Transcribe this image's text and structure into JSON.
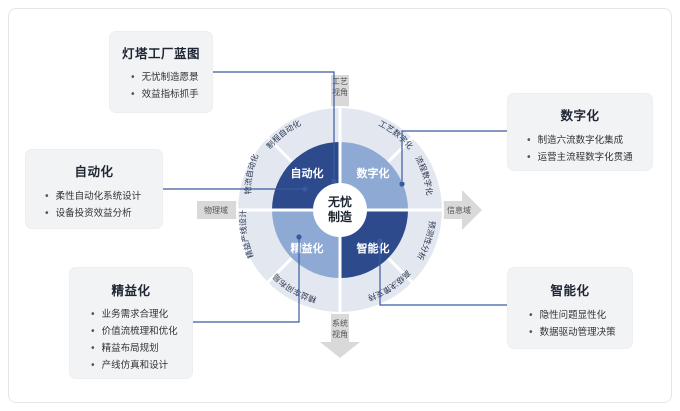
{
  "center": {
    "line1": "无忧",
    "line2": "制造"
  },
  "quadrants": {
    "top_left": "自动化",
    "top_right": "数字化",
    "bottom_left": "精益化",
    "bottom_right": "智能化"
  },
  "ring_labels": [
    "制程自动化",
    "工艺数字化",
    "流程数字化",
    "预测性分析",
    "高级决策支持",
    "精益车间布局",
    "精益产线设计",
    "物流自动化"
  ],
  "axes": {
    "top": {
      "line1": "工艺",
      "line2": "视角"
    },
    "bottom": {
      "line1": "系统",
      "line2": "视角"
    },
    "left": "物理域",
    "right": "信息域"
  },
  "cards": {
    "lighthouse": {
      "title": "灯塔工厂蓝图",
      "items": [
        "无忧制造愿景",
        "效益指标抓手"
      ]
    },
    "automation": {
      "title": "自动化",
      "items": [
        "柔性自动化系统设计",
        "设备投资效益分析"
      ]
    },
    "lean": {
      "title": "精益化",
      "items": [
        "业务需求合理化",
        "价值流梳理和优化",
        "精益布局规划",
        "产线仿真和设计"
      ]
    },
    "digital": {
      "title": "数字化",
      "items": [
        "制造六流数字化集成",
        "运营主流程数字化贯通"
      ]
    },
    "intelligent": {
      "title": "智能化",
      "items": [
        "隐性问题显性化",
        "数据驱动管理决策"
      ]
    }
  },
  "colors": {
    "dark_blue": "#2c4a8c",
    "light_blue": "#8eaad4",
    "ring": "#e3e8f0",
    "arrow": "#d9d9d9",
    "connector": "#3a5aa0"
  }
}
